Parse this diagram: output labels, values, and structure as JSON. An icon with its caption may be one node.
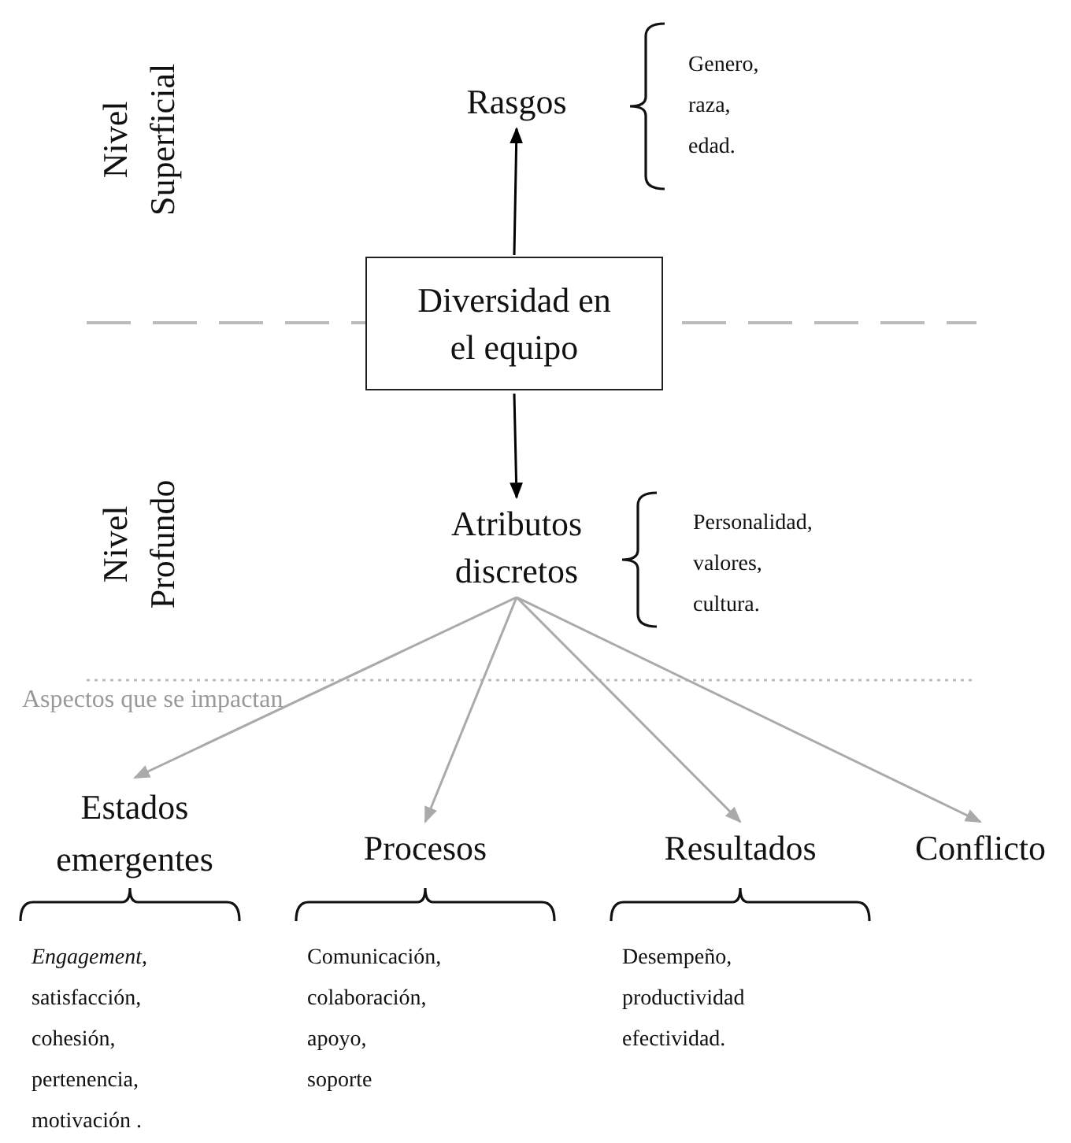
{
  "diagram": {
    "nodes": [
      {
        "text": [
          "Rasgos"
        ]
      },
      {
        "text": [
          "Diversidad en el equipo"
        ]
      },
      {
        "text": [
          "Atributos discretos"
        ]
      },
      {
        "text": [
          "Estados emergentes"
        ],
        "beside": [
          "*Engagement*, satisfacción, cohesión, pertenencia, motivación ."
        ]
      },
      {
        "text": [
          "Procesos"
        ],
        "beside": [
          "Comunicación, colaboración, apoyo, soporte"
        ]
      },
      {
        "text": [
          "Resultados"
        ],
        "beside": [
          "Desempeño, productividad efectividad."
        ]
      },
      {
        "text": [
          "Conflicto"
        ]
      }
    ],
    "edges": [
      {
        "from": 1,
        "to": 0,
        "arrow": "to",
        "color": "#000000"
      },
      {
        "from": 1,
        "to": 2,
        "arrow": "to",
        "color": "#000000"
      },
      {
        "from": 2,
        "to": 3,
        "arrow": "to",
        "color": "#aaaaaa"
      },
      {
        "from": 2,
        "to": 4,
        "arrow": "to",
        "color": "#aaaaaa"
      },
      {
        "from": 2,
        "to": 5,
        "arrow": "to",
        "color": "#aaaaaa"
      },
      {
        "from": 2,
        "to": 6,
        "arrow": "to",
        "color": "#aaaaaa"
      }
    ],
    "labels": [
      "Nivel Superficial",
      "Genero, raza, edad.",
      "Nivel Profundo",
      "Personalidad, valores, cultura.",
      "Aspectos que se impactan"
    ]
  }
}
